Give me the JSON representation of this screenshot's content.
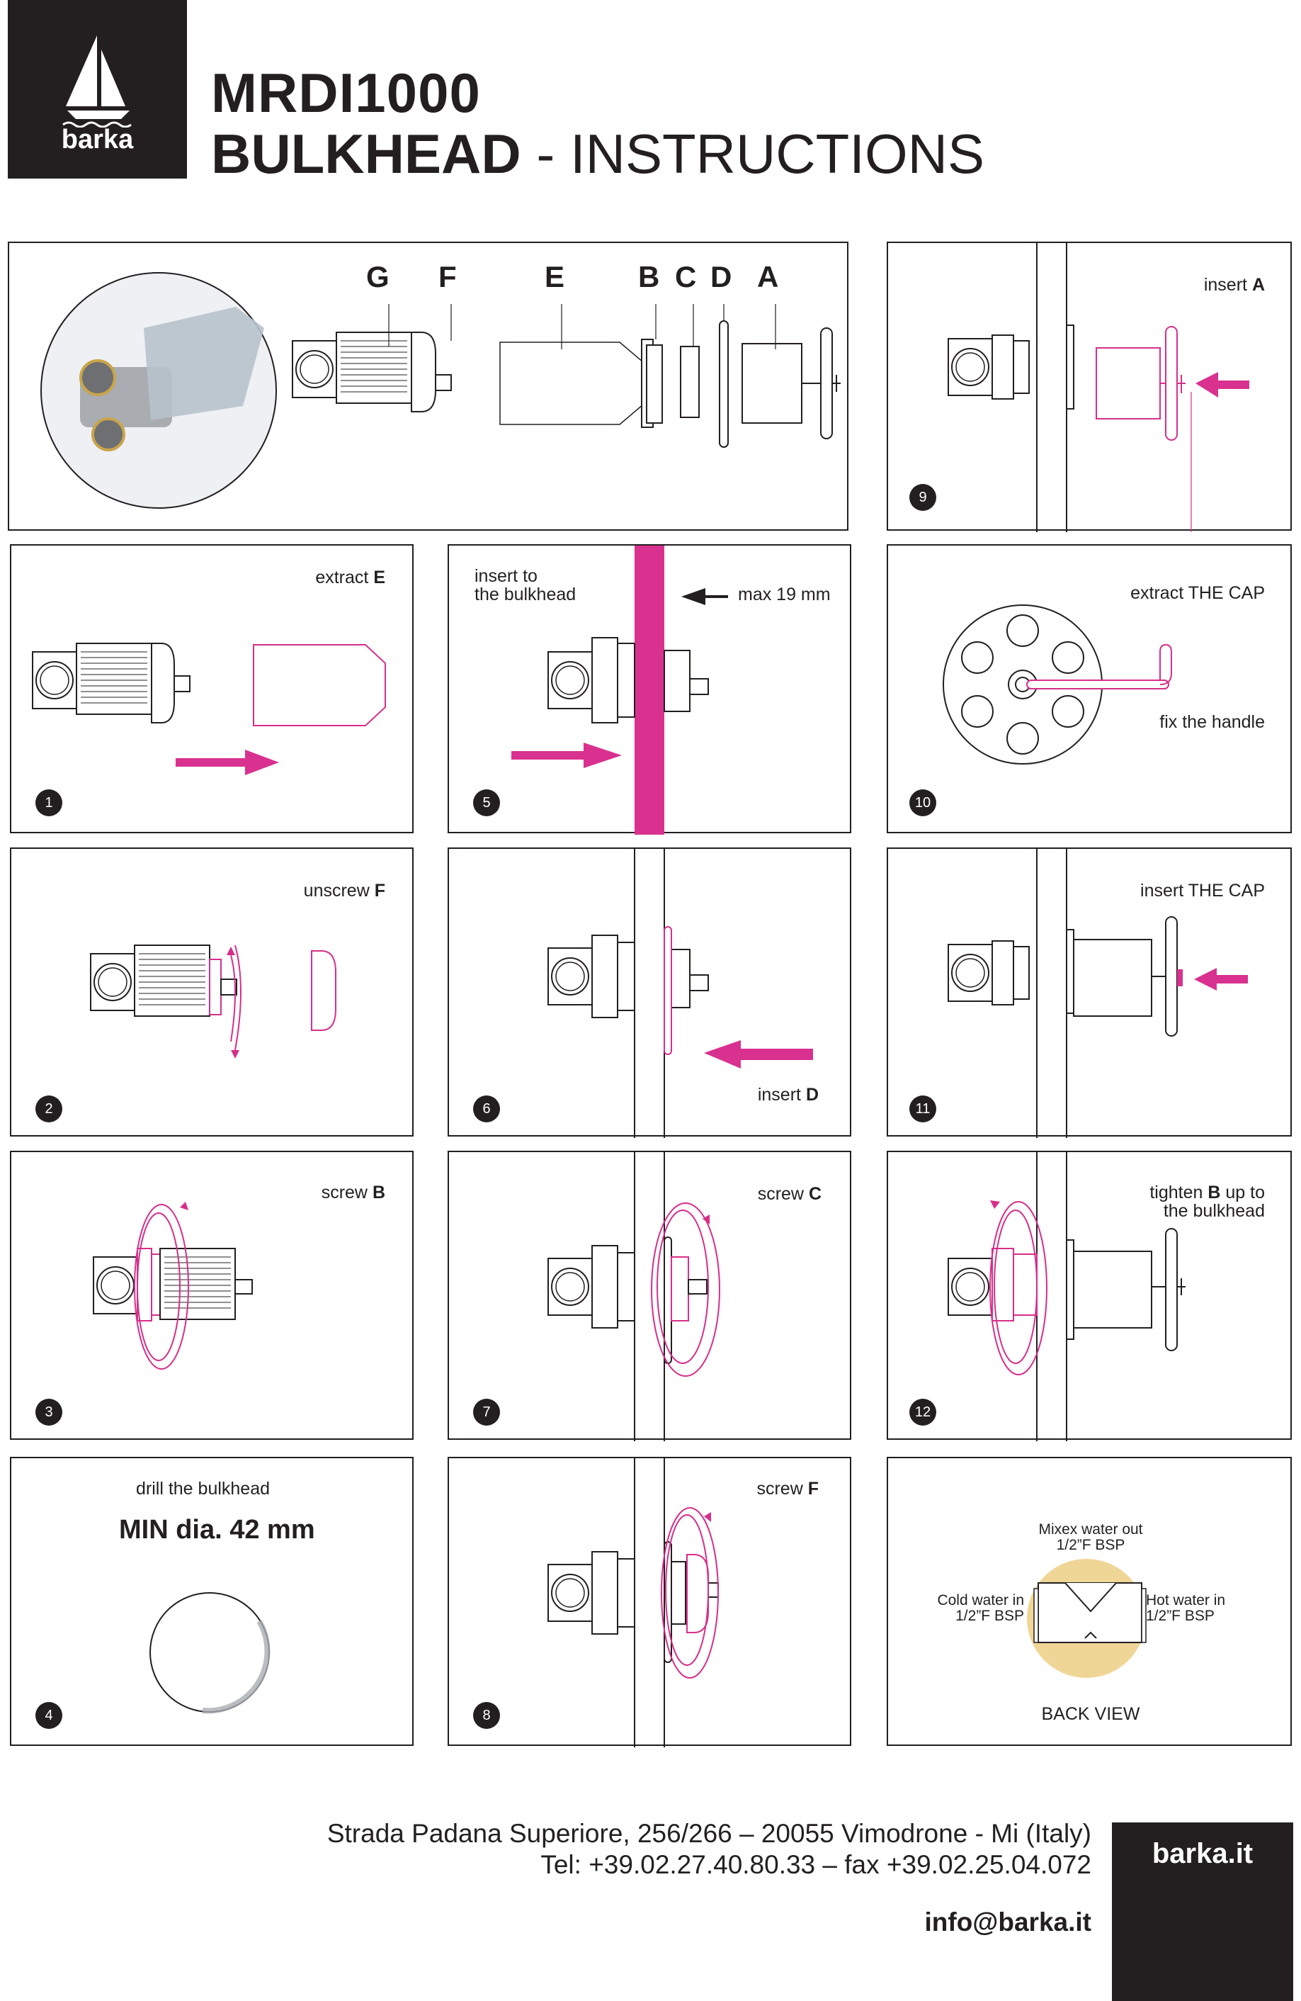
{
  "brand": {
    "logo_text": "barka",
    "website": "barka.it"
  },
  "title": {
    "model": "MRDI1000",
    "bold_part": "BULKHEAD",
    "rest": " - INSTRUCTIONS"
  },
  "parts": {
    "g": "G",
    "f": "F",
    "e": "E",
    "b": "B",
    "c": "C",
    "d": "D",
    "a": "A"
  },
  "steps": [
    {
      "number": "1",
      "text": "extract ",
      "bold": "E"
    },
    {
      "number": "2",
      "text": "unscrew ",
      "bold": "F"
    },
    {
      "number": "3",
      "text": "screw ",
      "bold": "B"
    },
    {
      "number": "4",
      "text": "drill the bulkhead",
      "sub": "MIN dia. 42 mm"
    },
    {
      "number": "5",
      "text": "insert to\nthe bulkhead",
      "extra": "max 19 mm"
    },
    {
      "number": "6",
      "text": "insert ",
      "bold": "D"
    },
    {
      "number": "7",
      "text": "screw ",
      "bold": "C"
    },
    {
      "number": "8",
      "text": "screw ",
      "bold": "F"
    },
    {
      "number": "9",
      "text": "insert ",
      "bold": "A"
    },
    {
      "number": "10",
      "text": "extract THE CAP",
      "extra": "fix the handle"
    },
    {
      "number": "11",
      "text": "insert THE CAP"
    },
    {
      "number": "12",
      "text_a": "tighten ",
      "bold": "B",
      "text_b": " up to",
      "line2": "the bulkhead"
    }
  ],
  "back_view": {
    "top": "Mixex water out",
    "top_sub": "1/2”F BSP",
    "left": "Cold water in",
    "left_sub": "1/2”F BSP",
    "right": "Hot water in",
    "right_sub": "1/2”F BSP",
    "caption": "BACK VIEW"
  },
  "footer": {
    "address": "Strada Padana Superiore, 256/266 – 20055 Vimodrone - Mi (Italy)",
    "phone": "Tel: +39.02.27.40.80.33 – fax +39.02.25.04.072",
    "email": "info@barka.it"
  },
  "colors": {
    "dark": "#231f20",
    "accent": "#d62f8a",
    "accent_fill": "#d93190",
    "gold": "#e9c46a"
  }
}
